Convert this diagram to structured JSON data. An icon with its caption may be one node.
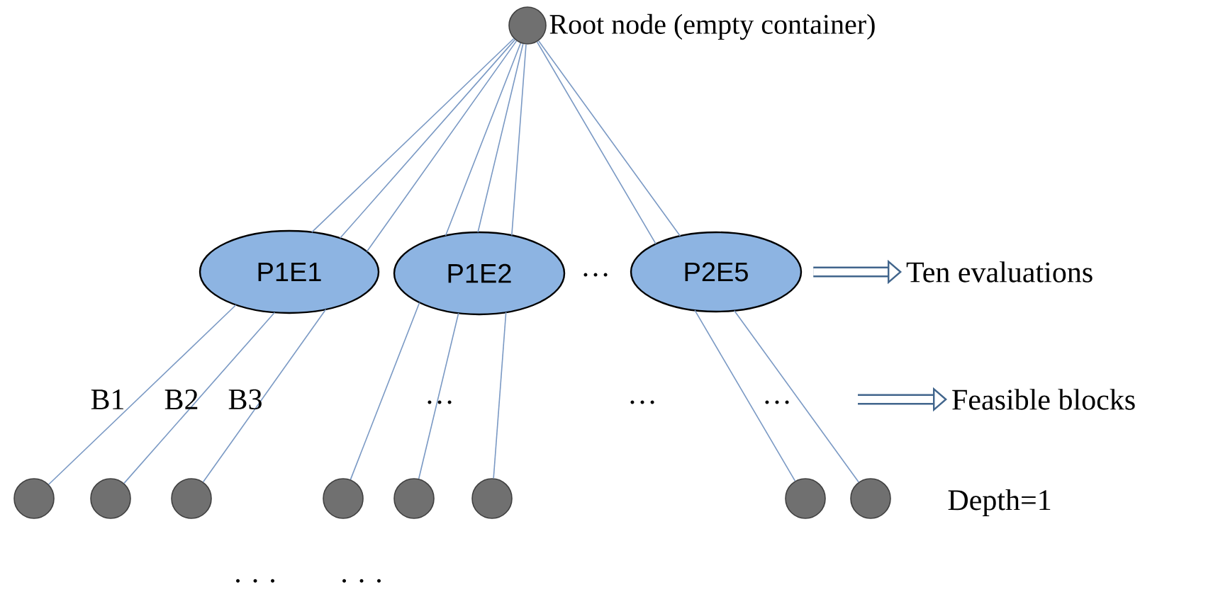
{
  "diagram": {
    "nodes": [
      {
        "text": [],
        "shape": "circle",
        "beside": [
          "Root node (empty container)"
        ]
      },
      {
        "text": [
          "P1E1"
        ]
      },
      {
        "text": [
          "P1E2"
        ]
      },
      {
        "text": [
          "P2E5"
        ]
      },
      {
        "text": [
          "Ten evaluations"
        ]
      },
      {
        "text": [
          "Feasible blocks"
        ]
      },
      {
        "text": [],
        "shape": "circle"
      },
      {
        "text": [],
        "shape": "circle"
      },
      {
        "text": [],
        "shape": "circle"
      },
      {
        "text": [],
        "shape": "circle"
      },
      {
        "text": [],
        "shape": "circle"
      },
      {
        "text": [],
        "shape": "circle"
      },
      {
        "text": [],
        "shape": "circle"
      },
      {
        "text": [],
        "shape": "circle"
      }
    ],
    "edges": [
      {
        "from": 0,
        "to": 1,
        "arrow": "none"
      },
      {
        "from": 0,
        "to": 2,
        "arrow": "none"
      },
      {
        "from": 0,
        "to": 3,
        "arrow": "none"
      },
      {
        "from": 1,
        "to": 6,
        "arrow": "none"
      },
      {
        "from": 1,
        "to": 7,
        "arrow": "none"
      },
      {
        "from": 1,
        "to": 8,
        "arrow": "none"
      },
      {
        "from": 2,
        "to": 9,
        "arrow": "none"
      },
      {
        "from": 2,
        "to": 10,
        "arrow": "none"
      },
      {
        "from": 2,
        "to": 11,
        "arrow": "none"
      },
      {
        "from": 3,
        "to": 12,
        "arrow": "none"
      },
      {
        "from": 3,
        "to": 13,
        "arrow": "none"
      },
      {
        "from": 3,
        "to": 4,
        "arrow": "to",
        "style": "thick",
        "color": "#41658c"
      },
      {
        "from": null,
        "to": 5,
        "arrow": "to",
        "style": "thick",
        "color": "#41658c"
      }
    ],
    "labels": [
      "…",
      "B1",
      "B2",
      "B3",
      "…",
      "…",
      "…",
      "Depth=1",
      "· · ·",
      "· · ·"
    ]
  }
}
